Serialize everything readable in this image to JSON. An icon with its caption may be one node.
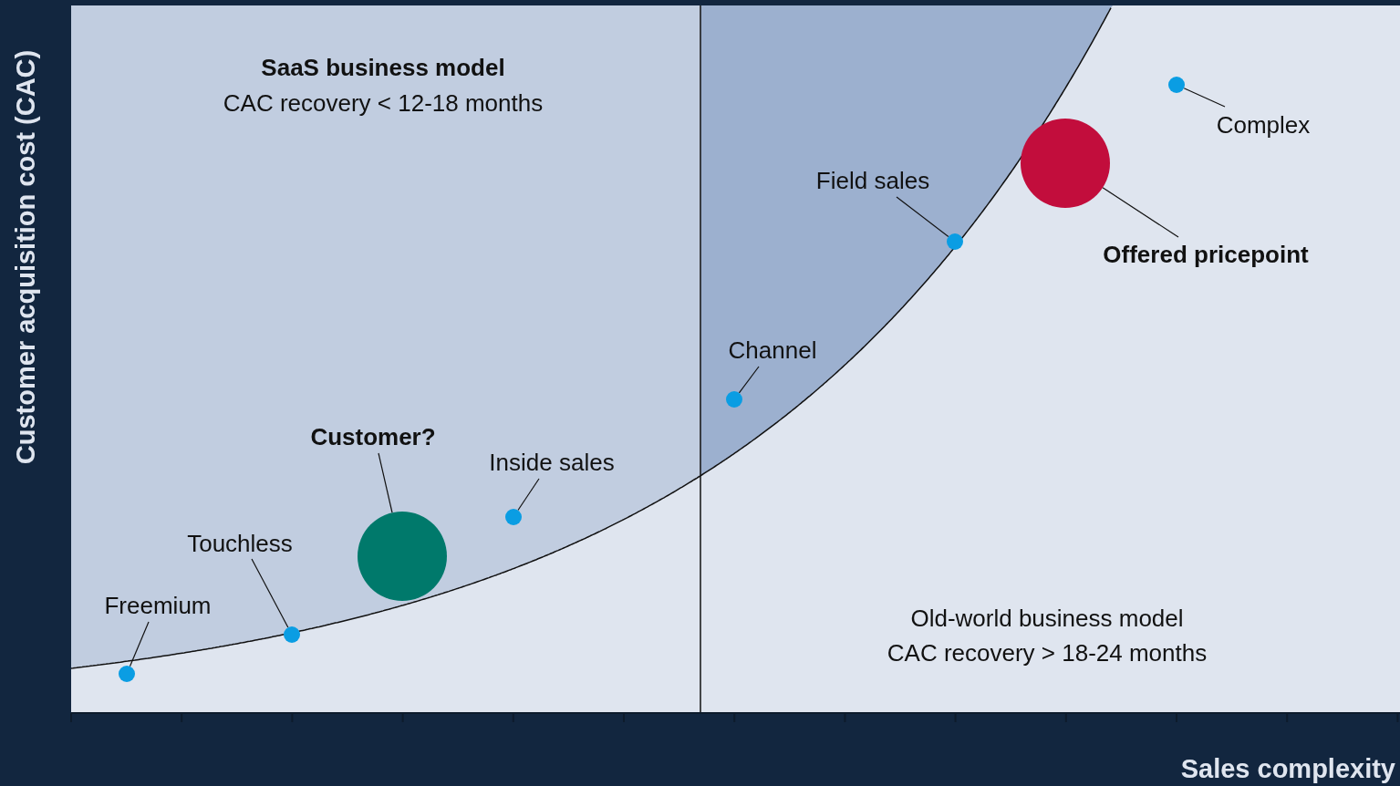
{
  "diagram": {
    "nodes": [
      {
        "text": [
          "Freemium"
        ]
      },
      {
        "text": [],
        "shape": "circle"
      },
      {
        "text": [
          "Touchless"
        ]
      },
      {
        "text": [],
        "shape": "circle"
      },
      {
        "text": [
          "Customer?"
        ]
      },
      {
        "text": [],
        "shape": "circle"
      },
      {
        "text": [
          "Inside sales"
        ]
      },
      {
        "text": [],
        "shape": "circle"
      },
      {
        "text": [
          "Channel"
        ]
      },
      {
        "text": [],
        "shape": "circle"
      },
      {
        "text": [
          "Field sales"
        ]
      },
      {
        "text": [],
        "shape": "circle"
      },
      {
        "text": [
          "Offered pricepoint"
        ]
      },
      {
        "text": [],
        "shape": "circle"
      },
      {
        "text": [
          "Complex"
        ]
      },
      {
        "text": [],
        "shape": "circle"
      }
    ],
    "edges": [
      {
        "from": 0,
        "to": 1,
        "arrow": "none"
      },
      {
        "from": 2,
        "to": 3,
        "arrow": "none"
      },
      {
        "from": 4,
        "to": 5,
        "arrow": "none"
      },
      {
        "from": 6,
        "to": 7,
        "arrow": "none"
      },
      {
        "from": 8,
        "to": 9,
        "arrow": "none"
      },
      {
        "from": 10,
        "to": 11,
        "arrow": "none"
      },
      {
        "from": 12,
        "to": 13,
        "arrow": "none"
      },
      {
        "from": 14,
        "to": 15,
        "arrow": "none"
      }
    ],
    "labels": [
      "SaaS business model",
      "CAC recovery < 12-18 months",
      "Old-world business model",
      "CAC recovery > 18-24 months",
      "Customer acquisition cost (CAC)",
      "Sales complexity"
    ]
  }
}
